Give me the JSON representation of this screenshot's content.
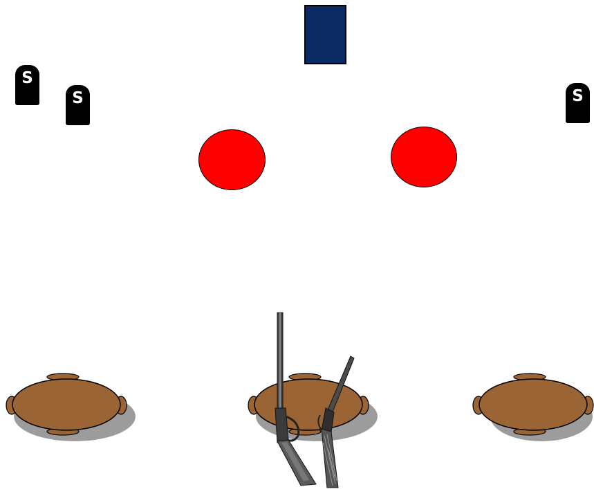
{
  "markers": [
    {
      "label": "S"
    },
    {
      "label": "S"
    },
    {
      "label": "S"
    }
  ],
  "icons": {
    "door": "blue-door-icon",
    "marker": "tombstone-s-icon",
    "target": "red-circle-icon",
    "table": "round-table-icon",
    "weapons": "rifle-icon"
  },
  "colors": {
    "door": "#0b2a63",
    "target": "#ff0000",
    "table": "#9a6434",
    "table_shadow": "#9c9c9c",
    "marker": "#000000"
  }
}
